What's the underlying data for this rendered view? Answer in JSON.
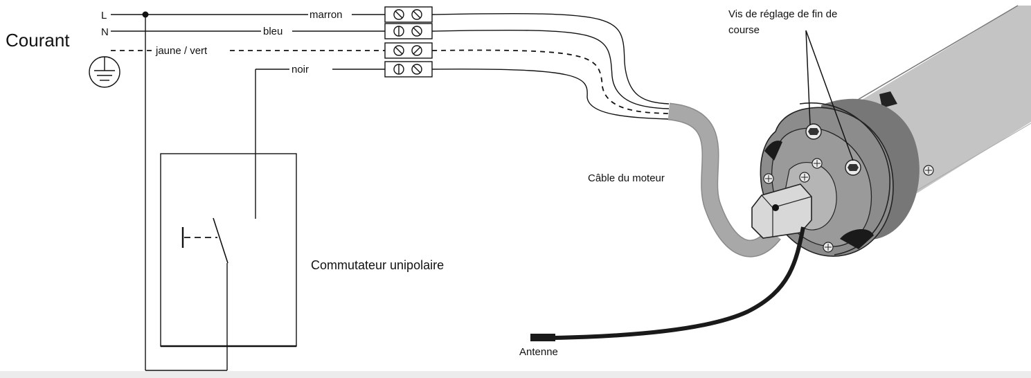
{
  "power": {
    "title": "Courant",
    "line_label": "L",
    "neutral_label": "N",
    "earth_icon": "ground-symbol-icon"
  },
  "wires": {
    "brown": "marron",
    "blue": "bleu",
    "earth": "jaune / vert",
    "black": "noir"
  },
  "labels": {
    "switch": "Commutateur unipolaire",
    "motor_cable": "Câble du moteur",
    "limit_screws_line1": "Vis de réglage de fin de",
    "limit_screws_line2": "course",
    "antenna": "Antenne"
  },
  "colors": {
    "cable_grey": "#a8a8a8",
    "tube_grey": "#c4c4c4",
    "head_grey": "#8c8c8c",
    "antenna_black": "#1a1a1a"
  }
}
